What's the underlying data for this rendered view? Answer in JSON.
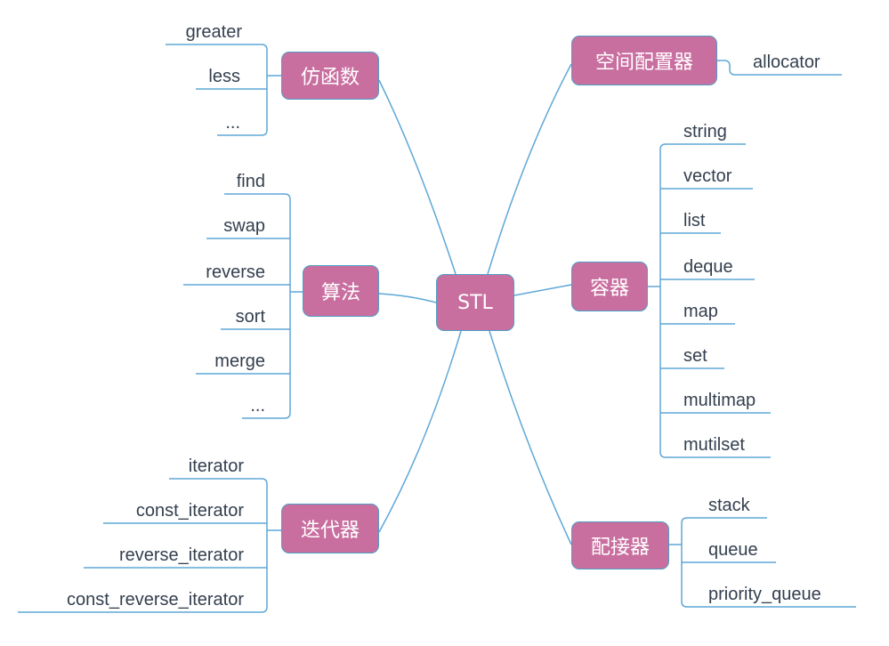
{
  "center": {
    "label": "STL"
  },
  "branches": [
    {
      "label": "仿函数",
      "leaves": [
        "greater",
        "less",
        "..."
      ]
    },
    {
      "label": "算法",
      "leaves": [
        "find",
        "swap",
        "reverse",
        "sort",
        "merge",
        "..."
      ]
    },
    {
      "label": "迭代器",
      "leaves": [
        "iterator",
        "const_iterator",
        "reverse_iterator",
        "const_reverse_iterator"
      ]
    },
    {
      "label": "空间配置器",
      "leaves": [
        "allocator"
      ]
    },
    {
      "label": "容器",
      "leaves": [
        "string",
        "vector",
        "list",
        "deque",
        "map",
        "set",
        "multimap",
        "mutilset"
      ]
    },
    {
      "label": "配接器",
      "leaves": [
        "stack",
        "queue",
        "priority_queue"
      ]
    }
  ],
  "colors": {
    "node_fill": "#c96fa0",
    "node_border": "#4f9fc4",
    "line": "#5ea7d6",
    "leaf_text": "#34404f"
  }
}
